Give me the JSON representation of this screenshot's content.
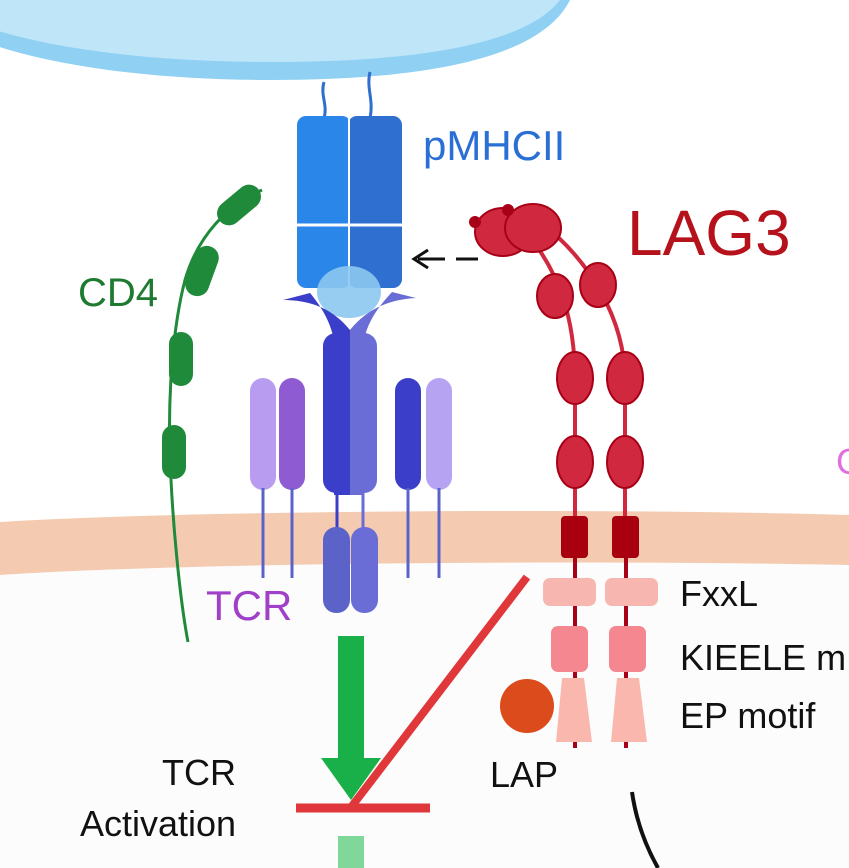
{
  "labels": {
    "pmhcii": "pMHCII",
    "lag3": "LAG3",
    "cd4": "CD4",
    "tcr": "TCR",
    "fxxl": "FxxL",
    "kieele": "KIEELE m",
    "ep_motif": "EP motif",
    "lap": "LAP",
    "tcr_activation_line1": "TCR",
    "tcr_activation_line2": "Activation",
    "edge_fragment": "C"
  },
  "colors": {
    "apc_cell_fill": "#bfe5f8",
    "apc_cell_edge": "#8fd0f3",
    "membrane": "#f4cbb0",
    "cytoplasm": "#fcfcfc",
    "mhc_alpha": "#2a86e8",
    "mhc_beta": "#2f6fd0",
    "peptide": "#8cc8ef",
    "tcr_chain_a": "#3b3ec9",
    "tcr_chain_b": "#6a6dd6",
    "cd3_light": "#b79cf0",
    "cd3_mid": "#8e5bd3",
    "cd3_dark": "#3b3ec9",
    "cd3_pale": "#b6a4f2",
    "cd4": "#1e8a3a",
    "lag3": "#d0293f",
    "lag3_dark": "#a80017",
    "lag3_tm": "#a8000f",
    "fxxl_box": "#f7b7b0",
    "kieele_box": "#f4878f",
    "ep_box": "#f9b7ad",
    "lap": "#dc4b1c",
    "activation_arrow": "#19b04a",
    "activation_arrow_light": "#7fd89a",
    "inhibition": "#e0383a",
    "label_blue": "#2a6fd6",
    "label_red": "#b5121b",
    "label_green": "#1e7a30",
    "label_purple": "#a040c8",
    "label_black": "#111111",
    "label_pink": "#e070e0"
  }
}
